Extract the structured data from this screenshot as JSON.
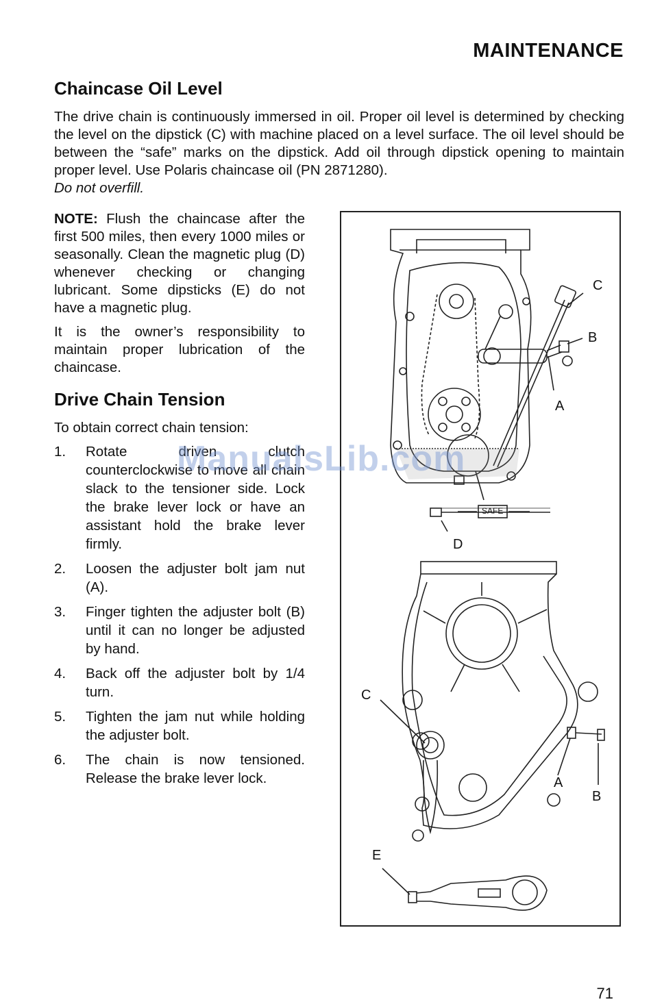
{
  "header": {
    "section": "MAINTENANCE"
  },
  "section1": {
    "title": "Chaincase Oil Level",
    "body": "The drive chain is continuously immersed in oil.  Proper oil level is determined by checking the level on the dipstick (C) with machine placed on a level surface.  The oil level should be between the “safe” marks on the dipstick.  Add oil through dipstick opening to maintain proper level.  Use Polaris chaincase oil (PN 2871280).",
    "emphasis": "Do not overfill."
  },
  "note": {
    "label": "NOTE:",
    "text": " Flush the chaincase after the first 500 miles, then every 1000 miles or seasonally. Clean the magnetic plug (D) whenever checking or changing lubricant.  Some dipsticks (E) do not have a magnetic plug.",
    "responsibility": "It is the owner’s responsibility to maintain proper lubrication of the chaincase."
  },
  "section2": {
    "title": "Drive Chain Tension",
    "intro": "To obtain correct chain tension:",
    "steps": [
      {
        "num": "1.",
        "text": "Rotate driven clutch counterclockwise to move all chain slack to the tensioner side. Lock the brake lever lock or have an assistant hold the brake lever firmly."
      },
      {
        "num": "2.",
        "text": "Loosen the adjuster bolt jam nut (A)."
      },
      {
        "num": "3.",
        "text": "Finger tighten the adjuster bolt (B) until it can no longer be adjusted by hand."
      },
      {
        "num": "4.",
        "text": "Back off the adjuster bolt by 1/4 turn."
      },
      {
        "num": "5.",
        "text": "Tighten the jam nut while holding the adjuster bolt."
      },
      {
        "num": "6.",
        "text": "The chain is now tensioned. Release the brake lever lock."
      }
    ]
  },
  "figure": {
    "top_labels": {
      "c": "C",
      "b": "B",
      "a": "A",
      "d": "D"
    },
    "dipstick_mark": "SAFE",
    "bottom_labels": {
      "c": "C",
      "a": "A",
      "b": "B",
      "e": "E"
    }
  },
  "watermark": "ManualsLib.com",
  "page_number": "71"
}
